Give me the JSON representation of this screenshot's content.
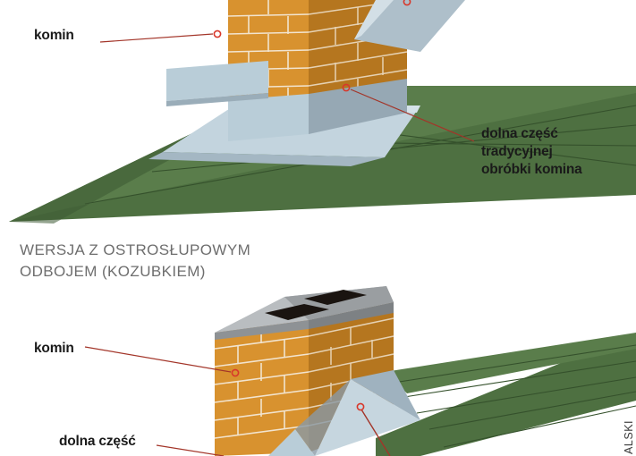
{
  "figure_top": {
    "labels": {
      "chimney": "komin",
      "traditional_flashing_lower": "dolna część\ntradycyjnej\nobróbki komina"
    }
  },
  "section": {
    "heading": "WERSJA Z OSTROSŁUPOWYM\nODBOJEM (KOZUBKIEM)"
  },
  "figure_bottom": {
    "labels": {
      "chimney": "komin",
      "flashing_lower": "dolna część"
    }
  },
  "credit": "ALSKI",
  "colors": {
    "background": "#ffffff",
    "brick_front": "#d8922f",
    "brick_side": "#b5761f",
    "brick_mortar": "#f2e4cf",
    "roof_green": "#4e7041",
    "roof_green_dark": "#3d5a33",
    "roof_seam": "#2f4627",
    "flashing_light": "#b9cdd8",
    "flashing_mid": "#a8bcc8",
    "flashing_shadow": "#8a9aa6",
    "cap_gray": "#9a9ea1",
    "cap_gray_light": "#b9bdc0",
    "flue_black": "#1a1410",
    "leader_line": "#a33529",
    "marker_red": "#d8372a",
    "label_text": "#1a1a1a",
    "heading_text": "#6e6e6e"
  }
}
